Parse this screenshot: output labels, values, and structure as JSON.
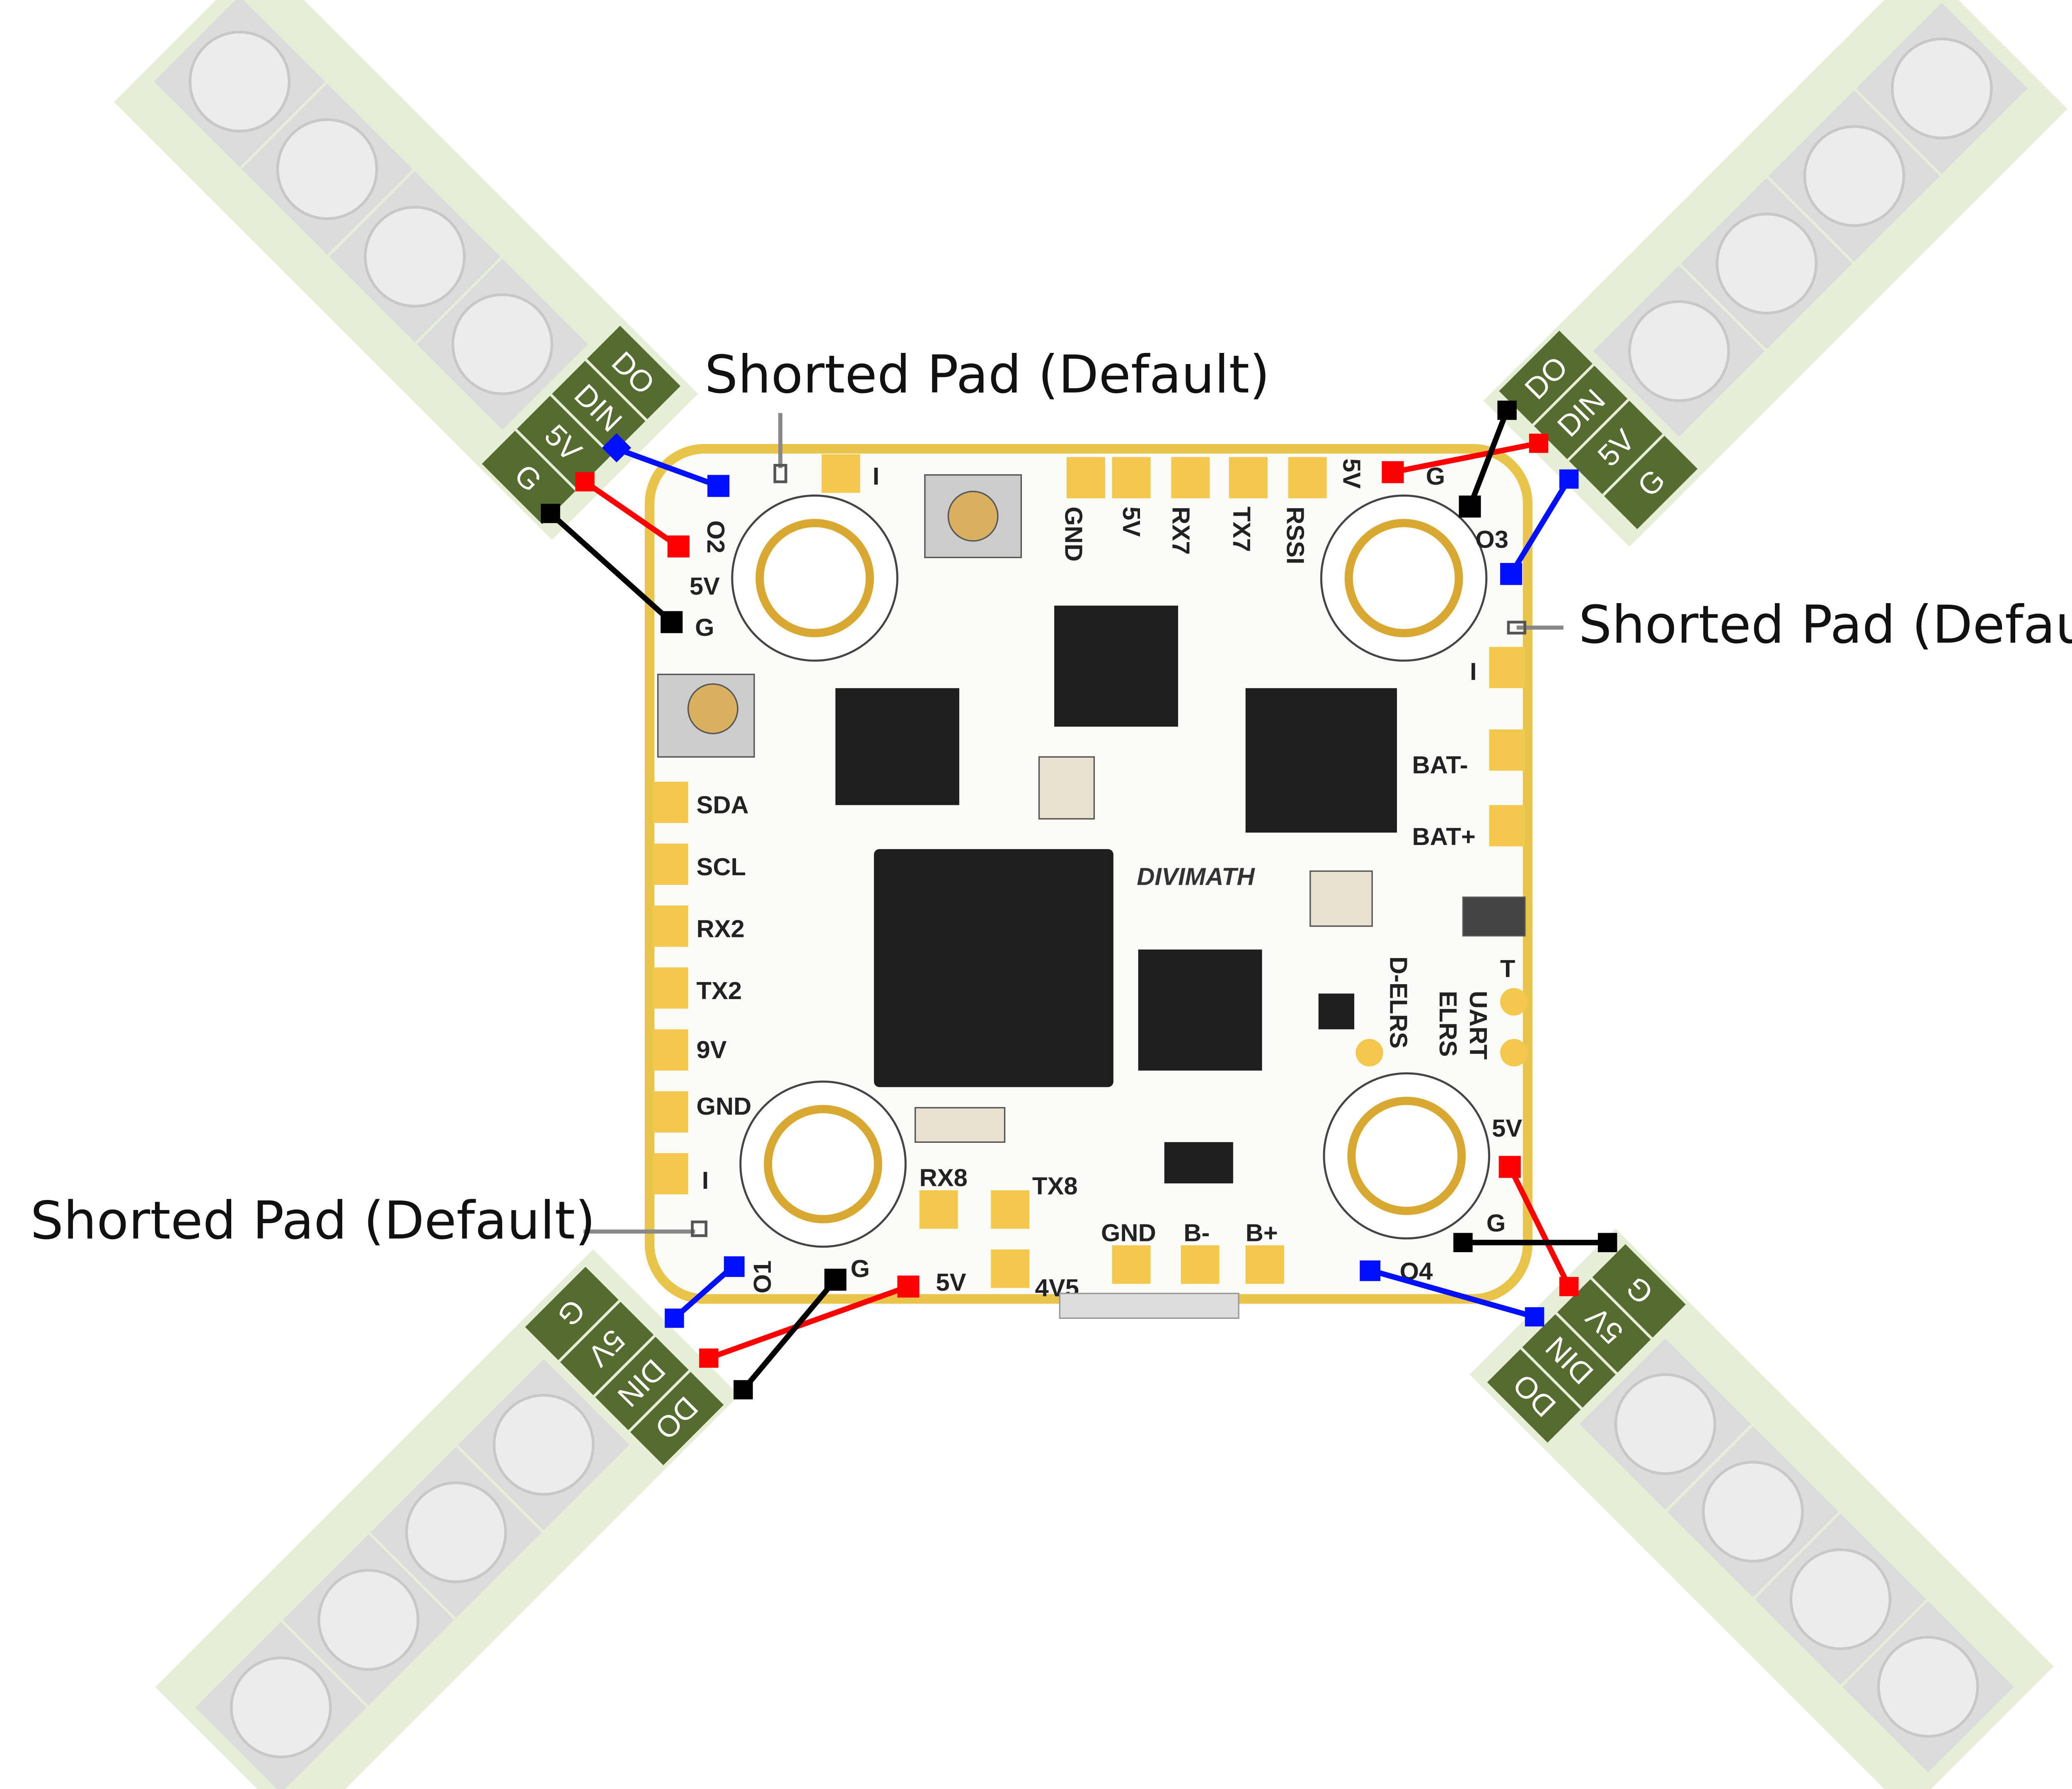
{
  "colors": {
    "strip": "#e6eed8",
    "pad": "#556b2f",
    "gold": "#e8c44a",
    "wire_data": "#0010ff",
    "wire_5v": "#ff0000",
    "wire_gnd": "#000000"
  },
  "callouts": [
    "Shorted Pad (Default)",
    "Shorted Pad (Default)",
    "Shorted Pad (Default)"
  ],
  "strips": [
    {
      "pads": [
        "G",
        "5V",
        "DIN",
        "DO"
      ]
    },
    {
      "pads": [
        "G",
        "5V",
        "DIN",
        "DO"
      ]
    },
    {
      "pads": [
        "G",
        "5V",
        "DIN",
        "DO"
      ]
    },
    {
      "pads": [
        "G",
        "5V",
        "DIN",
        "DO"
      ]
    }
  ],
  "board": {
    "brand": "DIVIMATH",
    "left_labels": [
      "SDA",
      "SCL",
      "RX2",
      "TX2",
      "9V",
      "GND",
      "I"
    ],
    "top_labels": [
      "GND",
      "5V",
      "RX7",
      "TX7",
      "RSSI"
    ],
    "top_misc": [
      "I",
      "5V",
      "G"
    ],
    "corner_tl": [
      "O2",
      "5V",
      "G"
    ],
    "corner_tr": [
      "O3",
      "I"
    ],
    "right_labels": [
      "BAT-",
      "BAT+",
      "T",
      "UART",
      "ELRS",
      "D-ELRS",
      "5V",
      "G"
    ],
    "bottom_labels": [
      "RX8",
      "TX8",
      "GND",
      "B-",
      "B+",
      "O4",
      "5V",
      "4V5",
      "G",
      "O1"
    ]
  }
}
